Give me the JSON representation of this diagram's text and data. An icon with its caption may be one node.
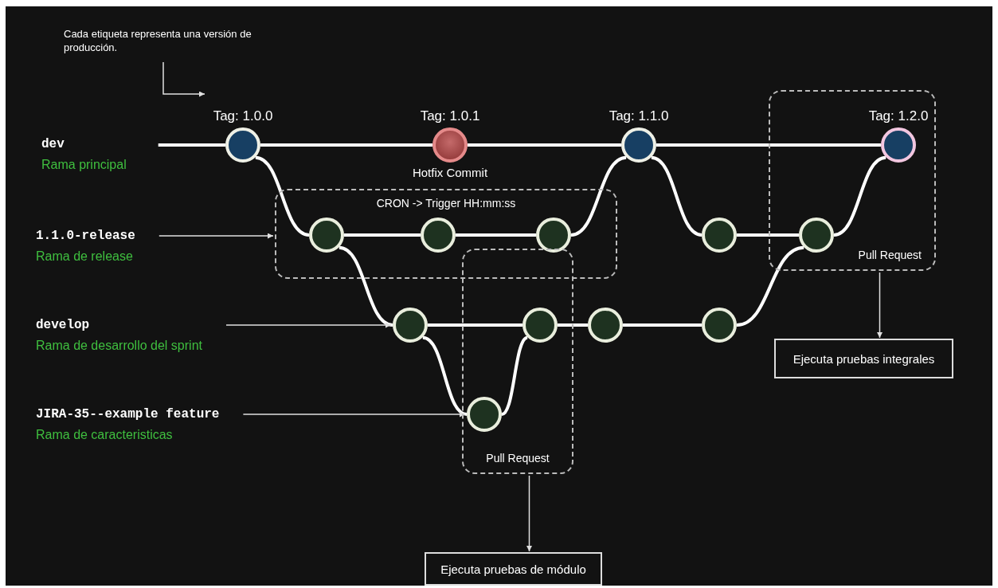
{
  "diagram": {
    "nodes": [
      {
        "text": [
          "Cada etiqueta representa una versión de producción."
        ]
      },
      {
        "text": [
          "dev",
          "Rama principal"
        ]
      },
      {
        "text": [
          "1.1.0-release",
          "Rama de release"
        ]
      },
      {
        "text": [
          "develop",
          "Rama de desarrollo del sprint"
        ]
      },
      {
        "text": [
          "JIRA-35--example feature",
          "Rama de caracteristicas"
        ]
      },
      {
        "text": [
          "Tag: 1.0.0"
        ]
      },
      {
        "text": [
          "Tag: 1.0.1"
        ],
        "beside": [
          "Hotfix Commit"
        ]
      },
      {
        "text": [
          "Tag: 1.1.0"
        ]
      },
      {
        "text": [
          "Pull Request"
        ]
      },
      {
        "text": [
          "Tag: 1.2.0"
        ],
        "in": 8
      },
      {
        "text": [
          "CRON -> Trigger HH:mm:ss"
        ]
      },
      {
        "text": [],
        "shape": "circle",
        "in": 10
      },
      {
        "text": [],
        "shape": "circle",
        "in": 10
      },
      {
        "text": [],
        "shape": "circle",
        "in": 10
      },
      {
        "text": [],
        "shape": "circle"
      },
      {
        "text": [],
        "shape": "circle",
        "in": 8
      },
      {
        "text": [
          "Pull Request"
        ]
      },
      {
        "text": [],
        "shape": "circle"
      },
      {
        "text": [],
        "shape": "circle",
        "in": 16
      },
      {
        "text": [],
        "shape": "circle"
      },
      {
        "text": [],
        "shape": "circle"
      },
      {
        "text": [],
        "shape": "circle",
        "in": 16
      },
      {
        "text": [
          "Ejecuta pruebas integrales"
        ]
      },
      {
        "text": [
          "Ejecuta pruebas de módulo"
        ]
      }
    ],
    "edges": [
      {
        "from": 1,
        "to": 5,
        "arrow": "none"
      },
      {
        "from": 5,
        "to": 6,
        "arrow": "none"
      },
      {
        "from": 6,
        "to": 7,
        "arrow": "none"
      },
      {
        "from": 7,
        "to": 9,
        "arrow": "none"
      },
      {
        "from": 5,
        "to": 11,
        "arrow": "none"
      },
      {
        "from": 11,
        "to": 12,
        "arrow": "none"
      },
      {
        "from": 12,
        "to": 13,
        "arrow": "none"
      },
      {
        "from": 13,
        "to": 7,
        "arrow": "none"
      },
      {
        "from": 11,
        "to": 17,
        "arrow": "none"
      },
      {
        "from": 17,
        "to": 18,
        "arrow": "none"
      },
      {
        "from": 18,
        "to": 19,
        "arrow": "none"
      },
      {
        "from": 19,
        "to": 20,
        "arrow": "none"
      },
      {
        "from": 17,
        "to": 21,
        "arrow": "none"
      },
      {
        "from": 21,
        "to": 18,
        "arrow": "none"
      },
      {
        "from": 7,
        "to": 14,
        "arrow": "none"
      },
      {
        "from": 14,
        "to": 15,
        "arrow": "none"
      },
      {
        "from": 15,
        "to": 9,
        "arrow": "none"
      },
      {
        "from": 20,
        "to": 15,
        "arrow": "none"
      },
      {
        "from": 0,
        "to": 5,
        "arrow": "to"
      },
      {
        "from": 2,
        "to": 10,
        "arrow": "to"
      },
      {
        "from": 3,
        "to": 17,
        "arrow": "to"
      },
      {
        "from": 4,
        "to": 21,
        "arrow": "to"
      },
      {
        "from": 8,
        "to": 22,
        "arrow": "to"
      },
      {
        "from": 16,
        "to": 23,
        "arrow": "to"
      }
    ]
  }
}
